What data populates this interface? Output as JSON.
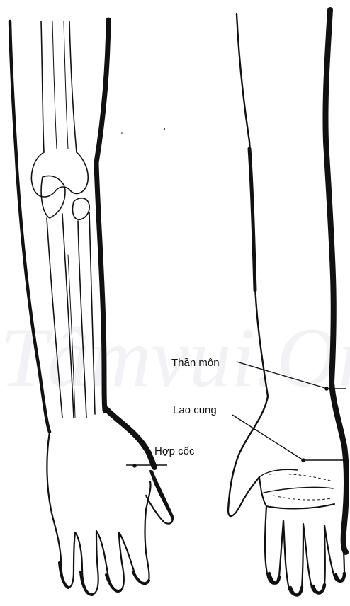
{
  "labels": {
    "than_mon": "Thần môn",
    "lao_cung": "Lao cung",
    "hop_coc": "Hợp cốc"
  },
  "watermark": "Tâmvui.Or",
  "colors": {
    "ink": "#111111",
    "background": "#ffffff",
    "watermark": "#f1f1f6"
  }
}
